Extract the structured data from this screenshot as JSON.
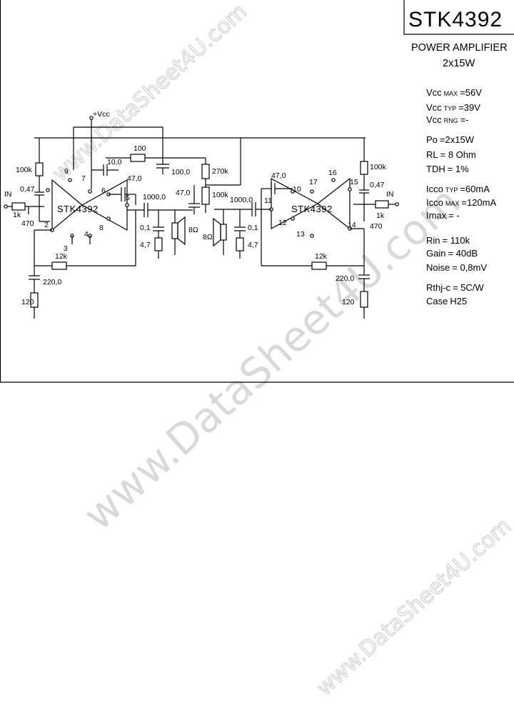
{
  "header": {
    "part_number": "STK4392",
    "subtitle_line1": "POWER AMPLIFIER",
    "subtitle_line2": "2x15W"
  },
  "specs": [
    {
      "sym": "Vcc",
      "sub": "MAX",
      "val": "=56V"
    },
    {
      "sym": "Vcc",
      "sub": "TYP",
      "val": "=39V"
    },
    {
      "sym": "Vcc",
      "sub": "RNG",
      "val": "=-"
    },
    {
      "sym": "Po",
      "sub": "",
      "val": "=2x15W"
    },
    {
      "sym": "RL",
      "sub": "",
      "val": "= 8 Ohm"
    },
    {
      "sym": "TDH",
      "sub": "",
      "val": "= 1%"
    },
    {
      "sym": "Icco",
      "sub": "TYP",
      "val": "=60mA"
    },
    {
      "sym": "Icco",
      "sub": "MAX",
      "val": "=120mA"
    },
    {
      "sym": "Imax",
      "sub": "",
      "val": "=  -"
    },
    {
      "sym": "Rin",
      "sub": "",
      "val": "= 110k"
    },
    {
      "sym": "Gain",
      "sub": "",
      "val": "= 40dB"
    },
    {
      "sym": "Noise",
      "sub": "",
      "val": "= 0,8mV"
    },
    {
      "sym": "Rthj-c",
      "sub": "",
      "val": "= 5C/W"
    },
    {
      "sym": "Case",
      "sub": "",
      "val": "H25"
    }
  ],
  "schematic": {
    "vcc_label": "+Vcc",
    "chip_label": "STK4392",
    "left": {
      "in": "IN",
      "r_in": "1k",
      "r_470": "470",
      "c_047": "0,47",
      "r_100k": "100k",
      "c_10": "10,0",
      "r_100": "100",
      "c_100": "100,0",
      "c_47": "47,0",
      "c_1000": "1000,0",
      "c_01": "0,1",
      "r_47": "4,7",
      "spk": "8Ω",
      "r_12k": "12k",
      "c_220": "220,0",
      "r_120": "120",
      "pins": [
        "9",
        "7",
        "6",
        "5",
        "2",
        "3",
        "4",
        "8"
      ]
    },
    "right": {
      "in": "IN",
      "r_in": "1k",
      "r_470": "470",
      "c_047": "0,47",
      "r_100k": "100k",
      "r_270k": "270k",
      "c_47a": "47,0",
      "r_100k_b": "100k",
      "c_47": "47,0",
      "c_1000": "1000,0",
      "c_01": "0,1",
      "r_47": "4,7",
      "spk": "8Ω",
      "r_12k": "12k",
      "c_220": "220,0",
      "r_120": "120",
      "pins": [
        "11",
        "10",
        "17",
        "16",
        "15",
        "14",
        "13",
        "12"
      ]
    }
  },
  "watermark": {
    "text": "www.DataSheet4U.com"
  }
}
